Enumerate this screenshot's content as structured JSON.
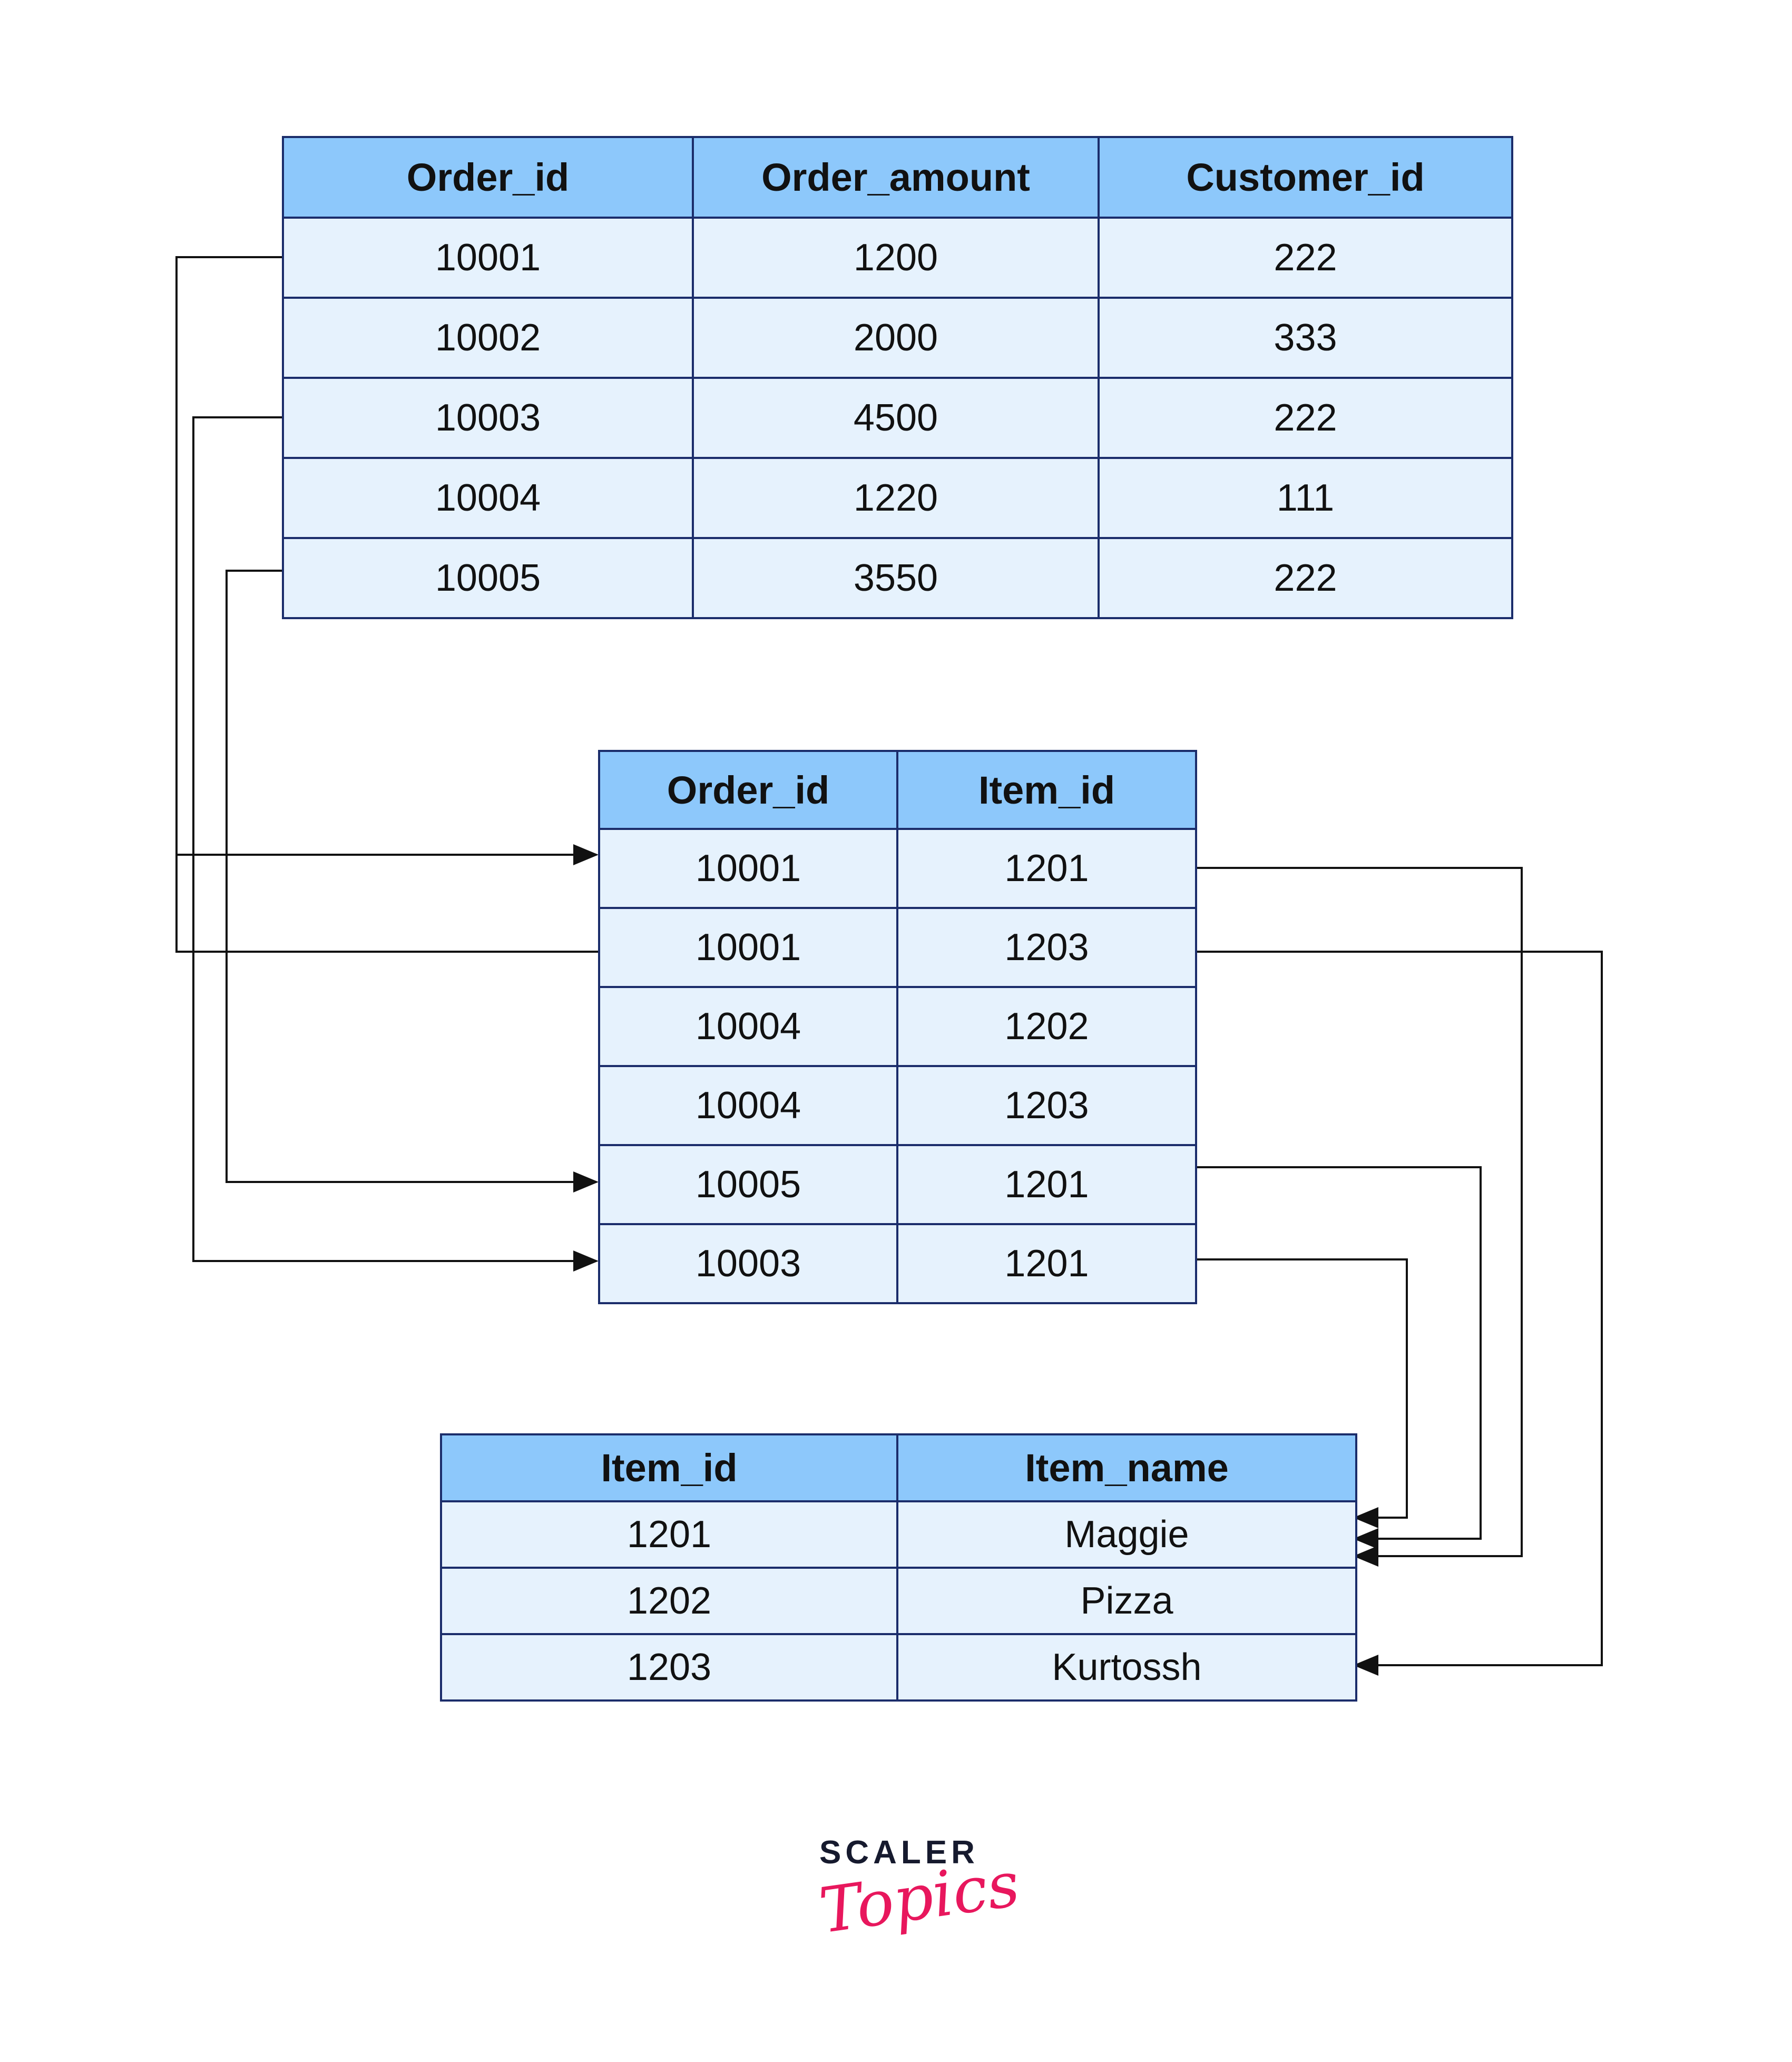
{
  "orders_table": {
    "headers": [
      "Order_id",
      "Order_amount",
      "Customer_id"
    ],
    "rows": [
      [
        "10001",
        "1200",
        "222"
      ],
      [
        "10002",
        "2000",
        "333"
      ],
      [
        "10003",
        "4500",
        "222"
      ],
      [
        "10004",
        "1220",
        "111"
      ],
      [
        "10005",
        "3550",
        "222"
      ]
    ]
  },
  "order_items_table": {
    "headers": [
      "Order_id",
      "Item_id"
    ],
    "rows": [
      [
        "10001",
        "1201"
      ],
      [
        "10001",
        "1203"
      ],
      [
        "10004",
        "1202"
      ],
      [
        "10004",
        "1203"
      ],
      [
        "10005",
        "1201"
      ],
      [
        "10003",
        "1201"
      ]
    ]
  },
  "items_table": {
    "headers": [
      "Item_id",
      "Item_name"
    ],
    "rows": [
      [
        "1201",
        "Maggie"
      ],
      [
        "1202",
        "Pizza"
      ],
      [
        "1203",
        "Kurtossh"
      ]
    ]
  },
  "colors": {
    "header_fill": "#8dc8fb",
    "cell_fill": "#e6f2fd",
    "border": "#1b2d6b",
    "connector": "#111111",
    "brand_accent": "#e8175d"
  },
  "brand": {
    "word": "SCALER",
    "script": "Topics"
  }
}
